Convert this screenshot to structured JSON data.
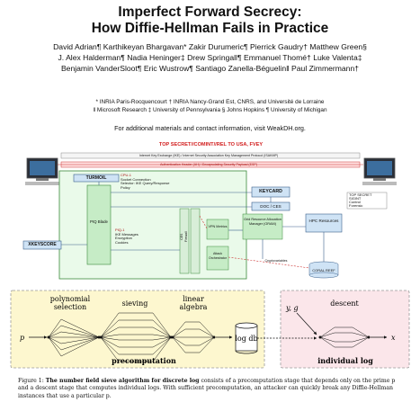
{
  "paper": {
    "title_line1": "Imperfect Forward Secrecy:",
    "title_line2": "How Diffie-Hellman Fails in Practice",
    "authors_line1": "David Adrian¶   Karthikeyan Bhargavan*   Zakir Durumeric¶   Pierrick Gaudry†   Matthew Green§",
    "authors_line2": "J. Alex Halderman¶   Nadia Heninger‡   Drew Springall¶   Emmanuel Thomé†   Luke Valenta‡",
    "authors_line3": "Benjamin VanderSloot¶   Eric Wustrow¶   Santiago Zanella-Béguelin‖   Paul Zimmermann†",
    "affil_line1": "* INRIA Paris-Rocquencourt     † INRIA Nancy-Grand Est, CNRS, and Université de Lorraine",
    "affil_line2": "‖ Microsoft Research   ‡ University of Pennsylvania   § Johns Hopkins   ¶ University of Michigan",
    "contact": "For additional materials and contact information, visit WeakDH.org."
  },
  "nsa_diagram": {
    "classification": "TOP SECRET//COMINT//REL TO USA, FVEY",
    "ike_bar": "Internet Key Exchange (IKE) / Internet Security Association Key Management Protocol (ISAKMP)",
    "ah_bar": "Authentication Header (AH) / Encapsulating Security Payload (ESP)",
    "turmoil": "TURMOIL",
    "piq_blade": "PIQ Blade",
    "keycard": "KEYCARD",
    "doc_ces": "DOC / CES",
    "hpc": "HPC Resources",
    "xkeyscore": "XKEYSCORE",
    "ces_firewall": "CES Firewall",
    "vpn_metrics": "VPN Metrics",
    "attack_orchestrator": "Attack Orchestrator",
    "grid_resource": "Grid Resource Allocation Manager (GRAM)",
    "coral_reef": "CORAL REEF",
    "cryptovariables": "Cryptovariables",
    "legend": [
      "TOP SECRET",
      "SIGINT",
      "Control",
      "Forensic"
    ],
    "notes_left": [
      "CPU-1",
      "Socket Connection",
      "Selector: IKE Query/Response",
      "Policy"
    ],
    "notes_mid": [
      "PIQ-1",
      "IKE Messages",
      "Encryption",
      "Cookies"
    ]
  },
  "nfs_diagram": {
    "stage_polynomial": "polynomial",
    "stage_selection": "selection",
    "stage_sieving": "sieving",
    "stage_linear": "linear",
    "stage_algebra": "algebra",
    "stage_descent": "descent",
    "db_label": "log db",
    "p_label": "p",
    "yg_label": "y, g",
    "x_label": "x",
    "precomputation": "precomputation",
    "individual_log": "individual log"
  },
  "caption": {
    "prefix": "Figure 1: ",
    "bold": "The number field sieve algorithm for discrete log",
    "rest": " consists of a precomputation stage that depends only on the prime p and a descent stage that computes individual logs. With sufficient precomputation, an attacker can quickly break any Diffie-Hellman instances that use a particular p."
  }
}
